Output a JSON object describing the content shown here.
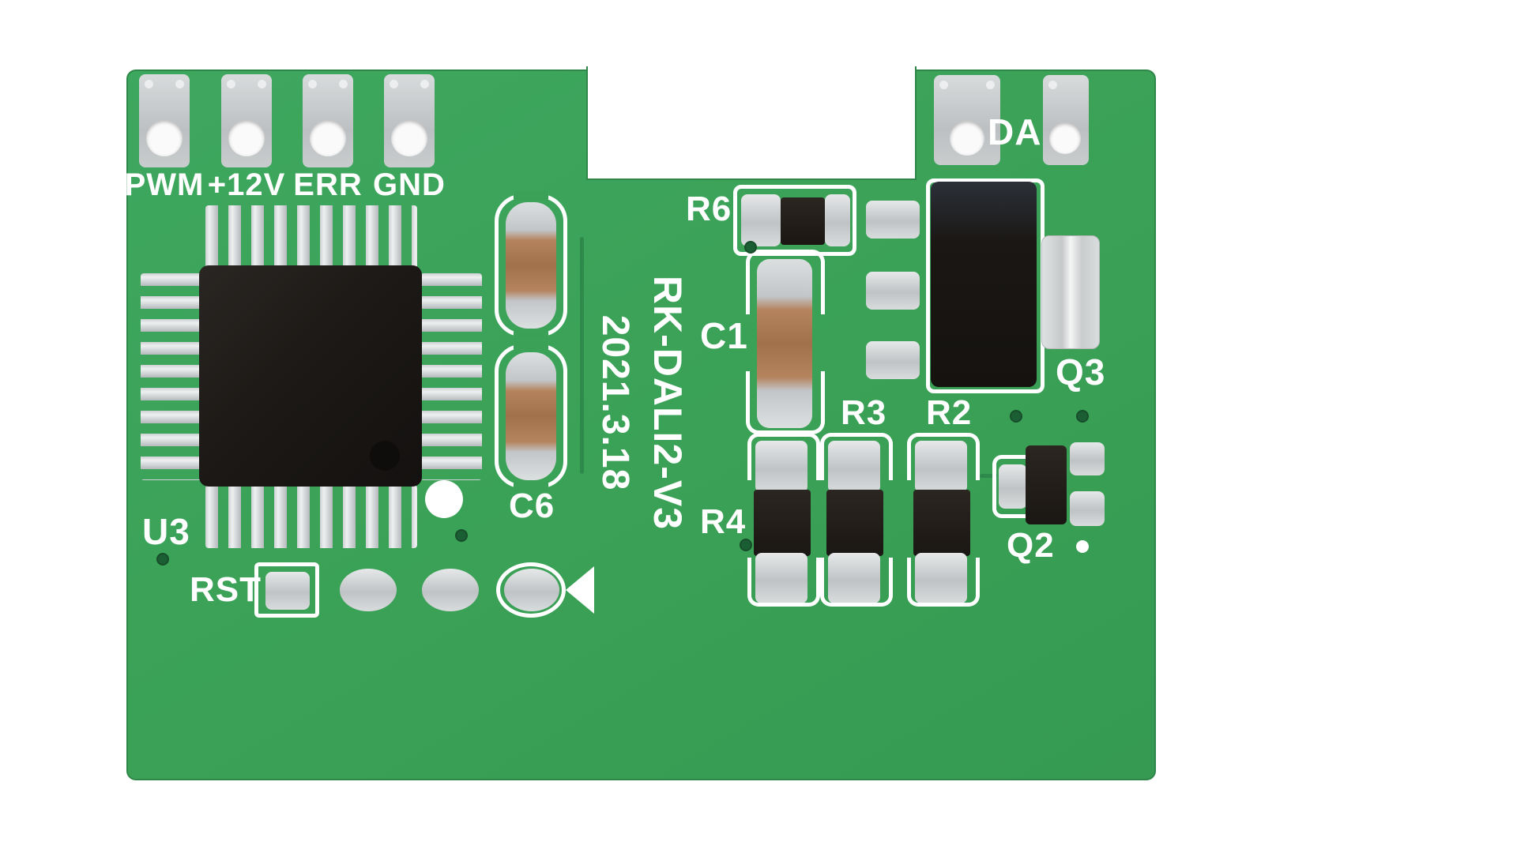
{
  "board": {
    "silkscreen_model": "RK-DALI2-V3",
    "silkscreen_date": "2021.3.18"
  },
  "connectors": {
    "left_pins": [
      {
        "label": "PWM"
      },
      {
        "label": "+12V"
      },
      {
        "label": "ERR"
      },
      {
        "label": "GND"
      }
    ],
    "right_pin": {
      "label": "DA"
    }
  },
  "components": {
    "u3": {
      "label": "U3",
      "type": "qfp-ic"
    },
    "rst": {
      "label": "RST",
      "type": "pad-row"
    },
    "c6": {
      "label": "C6",
      "type": "melf-capacitor-pair"
    },
    "c1": {
      "label": "C1",
      "type": "melf-capacitor"
    },
    "r6": {
      "label": "R6",
      "type": "chip-resistor"
    },
    "r4": {
      "label": "R4",
      "type": "chip-resistor"
    },
    "r3": {
      "label": "R3",
      "type": "chip-resistor"
    },
    "r2": {
      "label": "R2",
      "type": "chip-resistor"
    },
    "q2": {
      "label": "Q2",
      "type": "transistor"
    },
    "q3": {
      "label": "Q3",
      "type": "power-ic"
    }
  },
  "colors": {
    "background": "#ffffff",
    "board_green": "#3aa156",
    "board_green_dark": "#2e8748",
    "silkscreen_white": "#ffffff",
    "pad_silver": "#c6cacc",
    "chip_black": "#1d1a17",
    "capacitor_tan": "#b5845f"
  }
}
